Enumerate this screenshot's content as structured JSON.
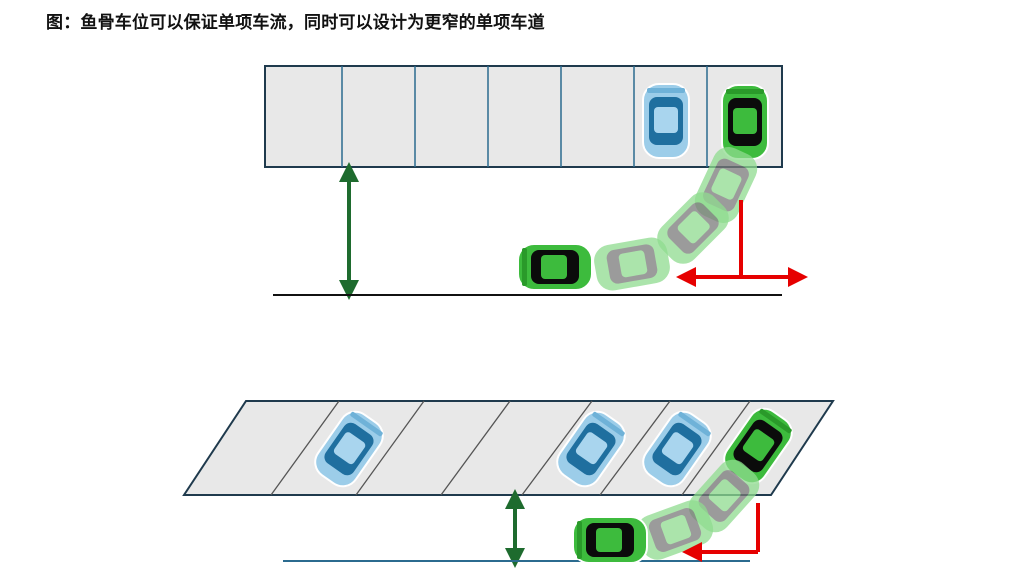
{
  "title": "图：鱼骨车位可以保证单项车流，同时可以设计为更窄的单项车道",
  "colors": {
    "lot_fill": "#e8e8e8",
    "lot_border": "#1f3a4d",
    "lane_arrow": "#1e6b2e",
    "direction_arrow": "#e60000",
    "active_car": "#3dbb3d",
    "parked_car": "#8fc8e8",
    "ghost_car": "#7fd67f"
  },
  "top_scenario": {
    "layout": "perpendicular-parking",
    "stall_count": 7,
    "parked_cars": [
      "blue-car-stall-6",
      "green-car-stall-7"
    ],
    "maneuver": "turn-into-stall"
  },
  "bottom_scenario": {
    "layout": "angled-herringbone-parking",
    "stall_count": 7,
    "parked_cars": [
      "blue-car-stall-2",
      "blue-car-stall-5",
      "blue-car-stall-6",
      "green-car-stall-7"
    ],
    "maneuver": "shallow-turn-into-stall"
  }
}
